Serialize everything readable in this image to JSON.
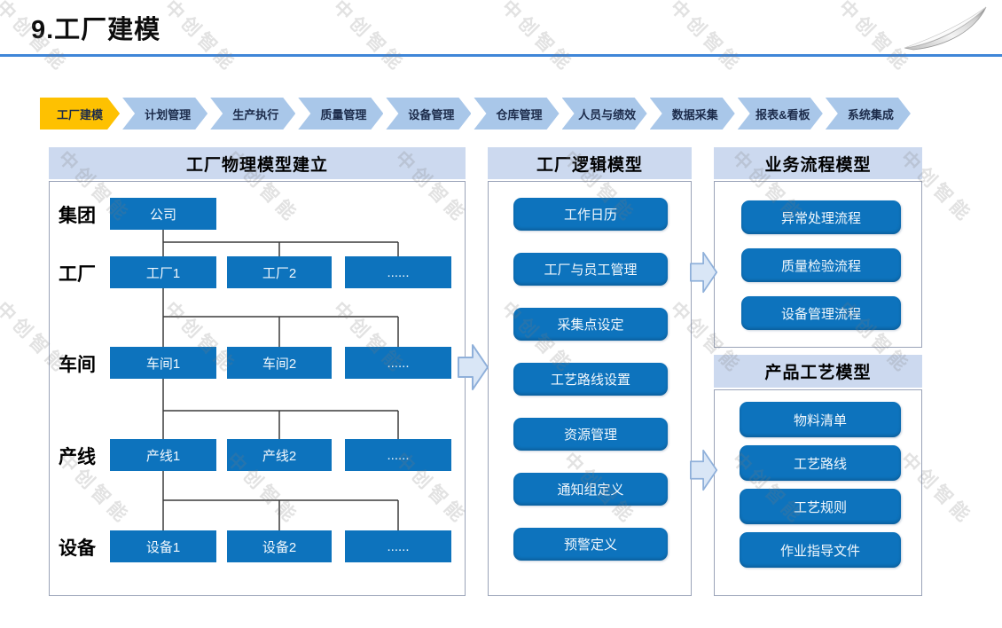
{
  "title": "9.工厂建模",
  "watermark": "中创智能",
  "tabs": [
    {
      "label": "工厂建模",
      "active": true
    },
    {
      "label": "计划管理",
      "active": false
    },
    {
      "label": "生产执行",
      "active": false
    },
    {
      "label": "质量管理",
      "active": false
    },
    {
      "label": "设备管理",
      "active": false
    },
    {
      "label": "仓库管理",
      "active": false
    },
    {
      "label": "人员与绩效",
      "active": false
    },
    {
      "label": "数据采集",
      "active": false
    },
    {
      "label": "报表&看板",
      "active": false
    },
    {
      "label": "系统集成",
      "active": false
    }
  ],
  "physical_model": {
    "title": "工厂物理模型建立",
    "rows": [
      {
        "label": "集团",
        "boxes": [
          "公司"
        ]
      },
      {
        "label": "工厂",
        "boxes": [
          "工厂1",
          "工厂2",
          "......"
        ]
      },
      {
        "label": "车间",
        "boxes": [
          "车间1",
          "车间2",
          "......"
        ]
      },
      {
        "label": "产线",
        "boxes": [
          "产线1",
          "产线2",
          "......"
        ]
      },
      {
        "label": "设备",
        "boxes": [
          "设备1",
          "设备2",
          "......"
        ]
      }
    ]
  },
  "logical_model": {
    "title": "工厂逻辑模型",
    "items": [
      "工作日历",
      "工厂与员工管理",
      "采集点设定",
      "工艺路线设置",
      "资源管理",
      "通知组定义",
      "预警定义"
    ]
  },
  "process_model": {
    "title": "业务流程模型",
    "items": [
      "异常处理流程",
      "质量检验流程",
      "设备管理流程"
    ]
  },
  "craft_model": {
    "title": "产品工艺模型",
    "items": [
      "物料清单",
      "工艺路线",
      "工艺规则",
      "作业指导文件"
    ]
  },
  "colors": {
    "accent_blue": "#0d73bd",
    "header_bg": "#ccd9ef",
    "tab_active": "#fec101",
    "tab_inactive": "#a9c7e9",
    "title_line": "#3f86d8"
  }
}
